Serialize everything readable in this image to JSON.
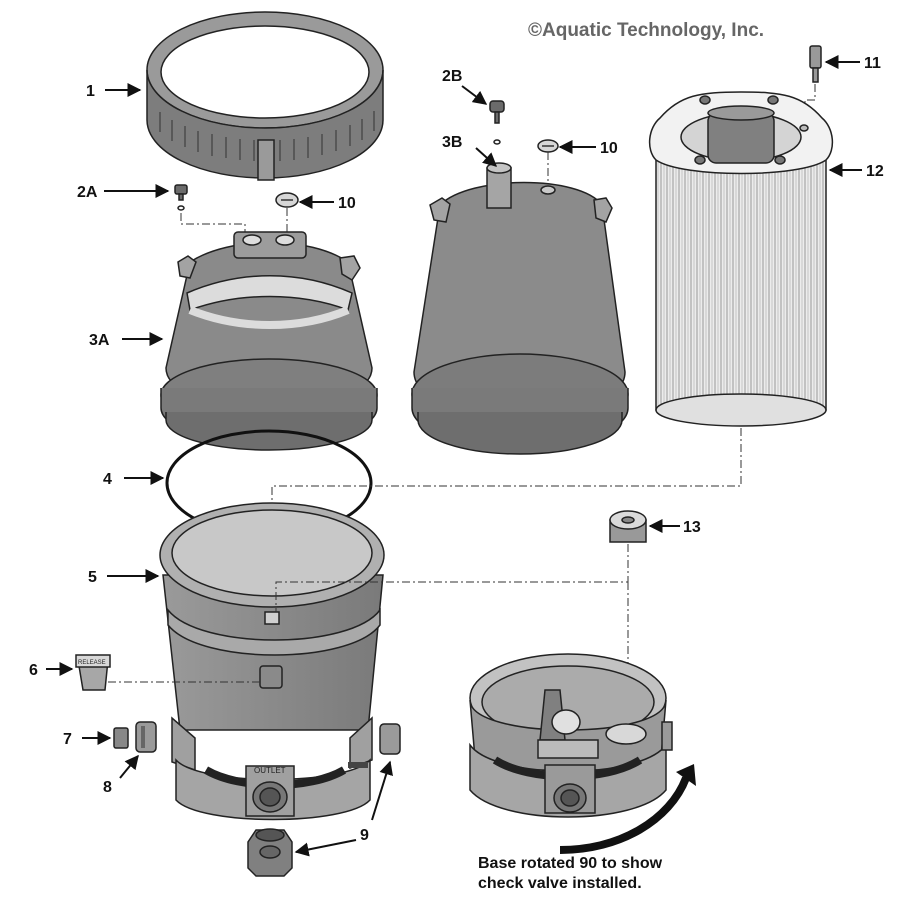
{
  "copyright": "©Aquatic Technology, Inc.",
  "labels": {
    "l1": "1",
    "l2a": "2A",
    "l2b": "2B",
    "l3a": "3A",
    "l3b": "3B",
    "l4": "4",
    "l5": "5",
    "l6": "6",
    "l7": "7",
    "l8": "8",
    "l9": "9",
    "l10a": "10",
    "l10b": "10",
    "l11": "11",
    "l12": "12",
    "l13": "13"
  },
  "tank_text": "OUTLET",
  "release_text": "RELEASE",
  "note_line1": "Base rotated 90 to show",
  "note_line2": "check valve installed.",
  "colors": {
    "part_fill": "#8c8c8c",
    "part_light": "#b9b9b9",
    "part_dark": "#5e5e5e",
    "filter_fill": "#e6e6e6"
  }
}
